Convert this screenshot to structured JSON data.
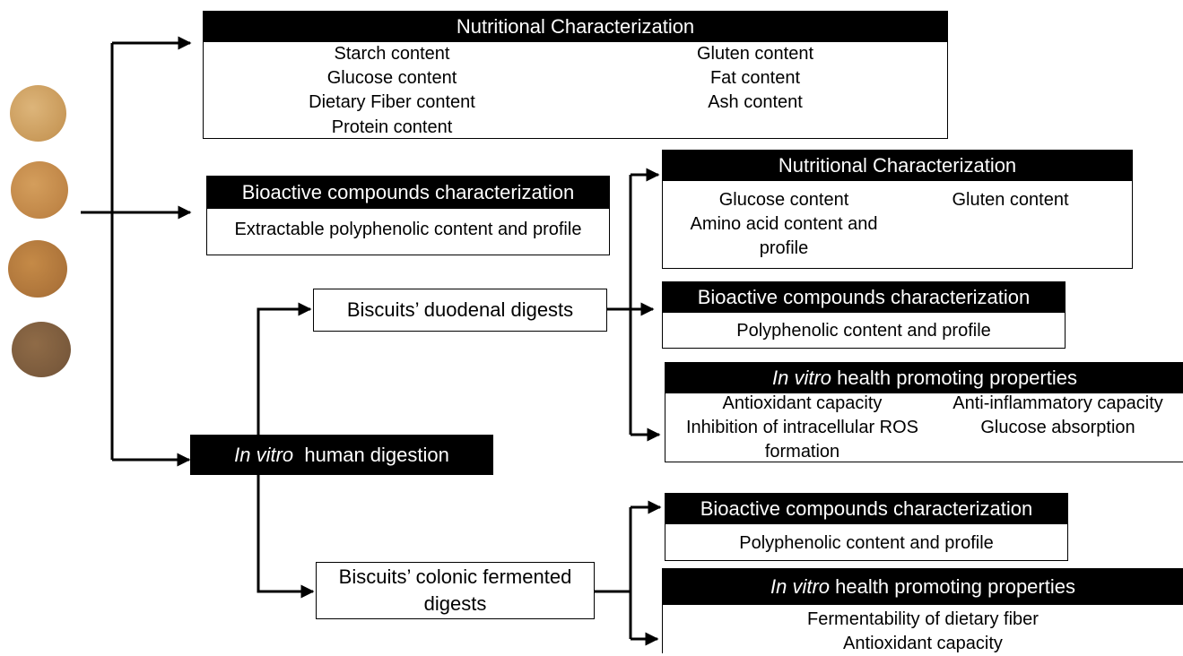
{
  "colors": {
    "ink": "#000000",
    "biscuit_1": "#d4a86a",
    "biscuit_2": "#c8934f",
    "biscuit_3": "#b07a3a",
    "biscuit_4": "#7f5c3c"
  },
  "biscuits": [
    "biscuit-light",
    "biscuit-medium-light",
    "biscuit-medium-dark",
    "biscuit-dark"
  ],
  "top_nutritional": {
    "title": "Nutritional Characterization",
    "left_items": [
      "Starch content",
      "Glucose content",
      "Dietary Fiber content",
      "Protein content"
    ],
    "right_items": [
      "Gluten content",
      "Fat content",
      "Ash content"
    ]
  },
  "top_bioactive": {
    "title": "Bioactive compounds characterization",
    "item": "Extractable polyphenolic content and profile"
  },
  "digestion": {
    "title_italic": "In vitro",
    "title_rest": "human digestion"
  },
  "duodenal": {
    "label": "Biscuits’ duodenal digests",
    "nutritional": {
      "title": "Nutritional Characterization",
      "left_items": [
        "Glucose content",
        "Amino acid content and",
        "profile"
      ],
      "right_items": [
        "Gluten content"
      ]
    },
    "bioactive": {
      "title": "Bioactive compounds characterization",
      "item": "Polyphenolic content and profile"
    },
    "health": {
      "title_italic": "In vitro",
      "title_rest": "health promoting properties",
      "left_items": [
        "Antioxidant capacity",
        "Inhibition of intracellular ROS",
        "formation"
      ],
      "right_items": [
        "Anti-inflammatory capacity",
        "Glucose absorption"
      ]
    }
  },
  "colonic": {
    "label_line1": "Biscuits’ colonic fermented",
    "label_line2": "digests",
    "bioactive": {
      "title": "Bioactive compounds characterization",
      "item": "Polyphenolic content and profile"
    },
    "health": {
      "title_italic": "In vitro",
      "title_rest": "health promoting properties",
      "items": [
        "Fermentability of dietary fiber",
        "Antioxidant capacity"
      ]
    }
  }
}
